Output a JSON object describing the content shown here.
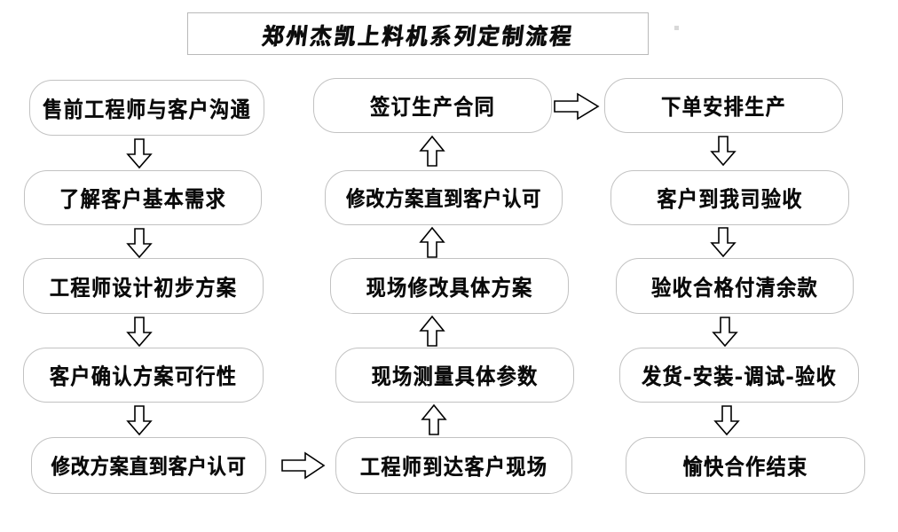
{
  "title": {
    "text": "郑州杰凯上料机系列定制流程"
  },
  "colors": {
    "box_border": "#c2c2c2",
    "title_border": "#b9b9b9",
    "text": "#0a0a0a",
    "arrow_stroke": "#000000",
    "background": "#ffffff"
  },
  "columns": [
    {
      "name": "left-column",
      "direction": "down",
      "nodes": [
        {
          "id": "l1",
          "label": "售前工程师与客户沟通"
        },
        {
          "id": "l2",
          "label": "了解客户基本需求"
        },
        {
          "id": "l3",
          "label": "工程师设计初步方案"
        },
        {
          "id": "l4",
          "label": "客户确认方案可行性"
        },
        {
          "id": "l5",
          "label": "修改方案直到客户认可"
        }
      ]
    },
    {
      "name": "middle-column",
      "direction": "up",
      "nodes": [
        {
          "id": "m1",
          "label": "签订生产合同"
        },
        {
          "id": "m2",
          "label": "修改方案直到客户认可"
        },
        {
          "id": "m3",
          "label": "现场修改具体方案"
        },
        {
          "id": "m4",
          "label": "现场测量具体参数"
        },
        {
          "id": "m5",
          "label": "工程师到达客户现场"
        }
      ]
    },
    {
      "name": "right-column",
      "direction": "down",
      "nodes": [
        {
          "id": "r1",
          "label": "下单安排生产"
        },
        {
          "id": "r2",
          "label": "客户到我司验收"
        },
        {
          "id": "r3",
          "label": "验收合格付清余款"
        },
        {
          "id": "r4",
          "label": "发货-安装-调试-验收"
        },
        {
          "id": "r5",
          "label": "愉快合作结束"
        }
      ]
    }
  ],
  "connectors": [
    {
      "id": "c-l1-l2",
      "icon": "arrow-down-icon",
      "from": "l1",
      "to": "l2"
    },
    {
      "id": "c-l2-l3",
      "icon": "arrow-down-icon",
      "from": "l2",
      "to": "l3"
    },
    {
      "id": "c-l3-l4",
      "icon": "arrow-down-icon",
      "from": "l3",
      "to": "l4"
    },
    {
      "id": "c-l4-l5",
      "icon": "arrow-down-icon",
      "from": "l4",
      "to": "l5"
    },
    {
      "id": "c-l5-m5",
      "icon": "arrow-right-icon",
      "from": "l5",
      "to": "m5"
    },
    {
      "id": "c-m5-m4",
      "icon": "arrow-up-icon",
      "from": "m5",
      "to": "m4"
    },
    {
      "id": "c-m4-m3",
      "icon": "arrow-up-icon",
      "from": "m4",
      "to": "m3"
    },
    {
      "id": "c-m3-m2",
      "icon": "arrow-up-icon",
      "from": "m3",
      "to": "m2"
    },
    {
      "id": "c-m2-m1",
      "icon": "arrow-up-icon",
      "from": "m2",
      "to": "m1"
    },
    {
      "id": "c-m1-r1",
      "icon": "arrow-right-icon",
      "from": "m1",
      "to": "r1"
    },
    {
      "id": "c-r1-r2",
      "icon": "arrow-down-icon",
      "from": "r1",
      "to": "r2"
    },
    {
      "id": "c-r2-r3",
      "icon": "arrow-down-icon",
      "from": "r2",
      "to": "r3"
    },
    {
      "id": "c-r3-r4",
      "icon": "arrow-down-icon",
      "from": "r3",
      "to": "r4"
    },
    {
      "id": "c-r4-r5",
      "icon": "arrow-down-icon",
      "from": "r4",
      "to": "r5"
    }
  ]
}
